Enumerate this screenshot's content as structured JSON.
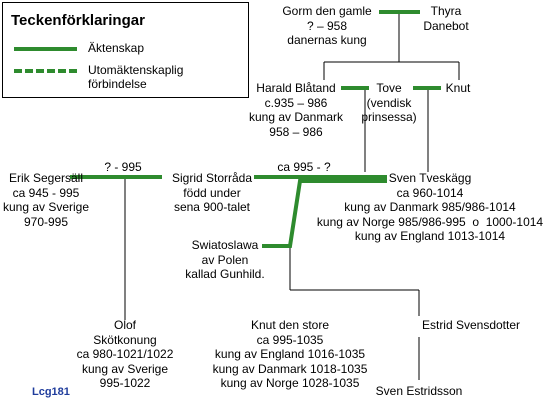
{
  "legend": {
    "title": "Teckenförklaringar",
    "marriage": "Äktenskap",
    "extramarital_line1": "Utomäktenskaplig",
    "extramarital_line2": "förbindelse"
  },
  "colors": {
    "line": "#2e8b2e",
    "ink": "#000000",
    "tag": "#1f3c9c"
  },
  "people": {
    "gorm": [
      "Gorm den gamle",
      "? – 958",
      "danernas kung"
    ],
    "thyra": [
      "Thyra",
      "Danebot"
    ],
    "harald": [
      "Harald Blåtand",
      "c.935 – 986",
      "kung av Danmark",
      "958 – 986"
    ],
    "tove": [
      "Tove",
      "(vendisk",
      "prinsessa)"
    ],
    "knut": [
      "Knut"
    ],
    "erik": [
      "Erik Segersäll",
      "ca 945 - 995",
      "kung av Sverige",
      "970-995"
    ],
    "erik_sigrid_date": [
      "? - 995"
    ],
    "sigrid": [
      "Sigrid Storråda",
      "född under",
      "sena 900-talet"
    ],
    "sigrid_sven_date": [
      "ca 995 - ?"
    ],
    "sven": [
      "Sven Tveskägg",
      "ca 960-1014",
      "kung av Danmark 985/986-1014",
      "kung av Norge 985/986-995  o  1000-1014",
      "kung av England 1013-1014"
    ],
    "swiatoslawa": [
      "Swiatoslawa",
      "av Polen",
      "kallad Gunhild."
    ],
    "olof": [
      "Olof",
      "Skötkonung",
      "ca 980-1021/1022",
      "kung av Sverige",
      "995-1022"
    ],
    "knut_store": [
      "Knut den store",
      "ca 995-1035",
      "kung av England 1016-1035",
      "kung av Danmark 1018-1035",
      "kung av Norge 1028-1035"
    ],
    "estrid": [
      "Estrid Svensdotter"
    ],
    "sven_estridsson": [
      "Sven Estridsson"
    ]
  },
  "tag": "Lcg181"
}
